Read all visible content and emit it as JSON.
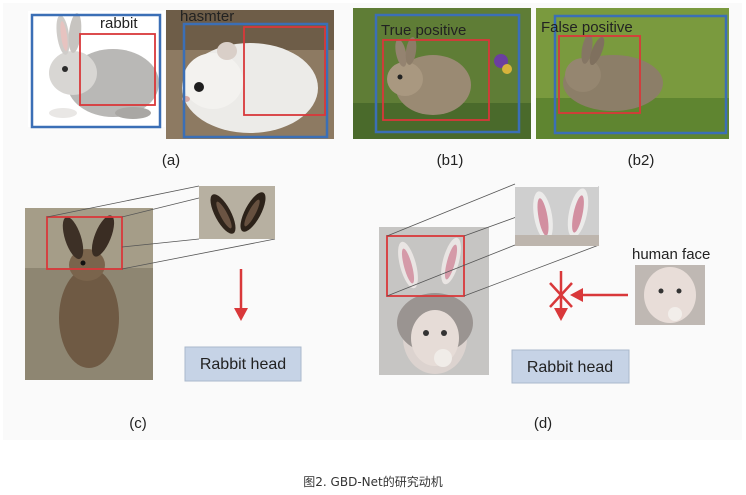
{
  "panels": {
    "a": {
      "label": "(a)",
      "rabbit_label": "rabbit",
      "hamster_label": "hasmter"
    },
    "b1": {
      "label": "(b1)",
      "box_label": "True positive"
    },
    "b2": {
      "label": "(b2)",
      "box_label": "False positive"
    },
    "c": {
      "label": "(c)",
      "result": "Rabbit head"
    },
    "d": {
      "label": "(d)",
      "result": "Rabbit head",
      "human_face_label": "human face"
    }
  },
  "caption": "图2. GBD-Net的研究动机",
  "colors": {
    "detection_red": "#d9383a",
    "detection_blue": "#3b6fb6",
    "result_box": "#c6d3e6",
    "arrow_red": "#d9383a"
  }
}
